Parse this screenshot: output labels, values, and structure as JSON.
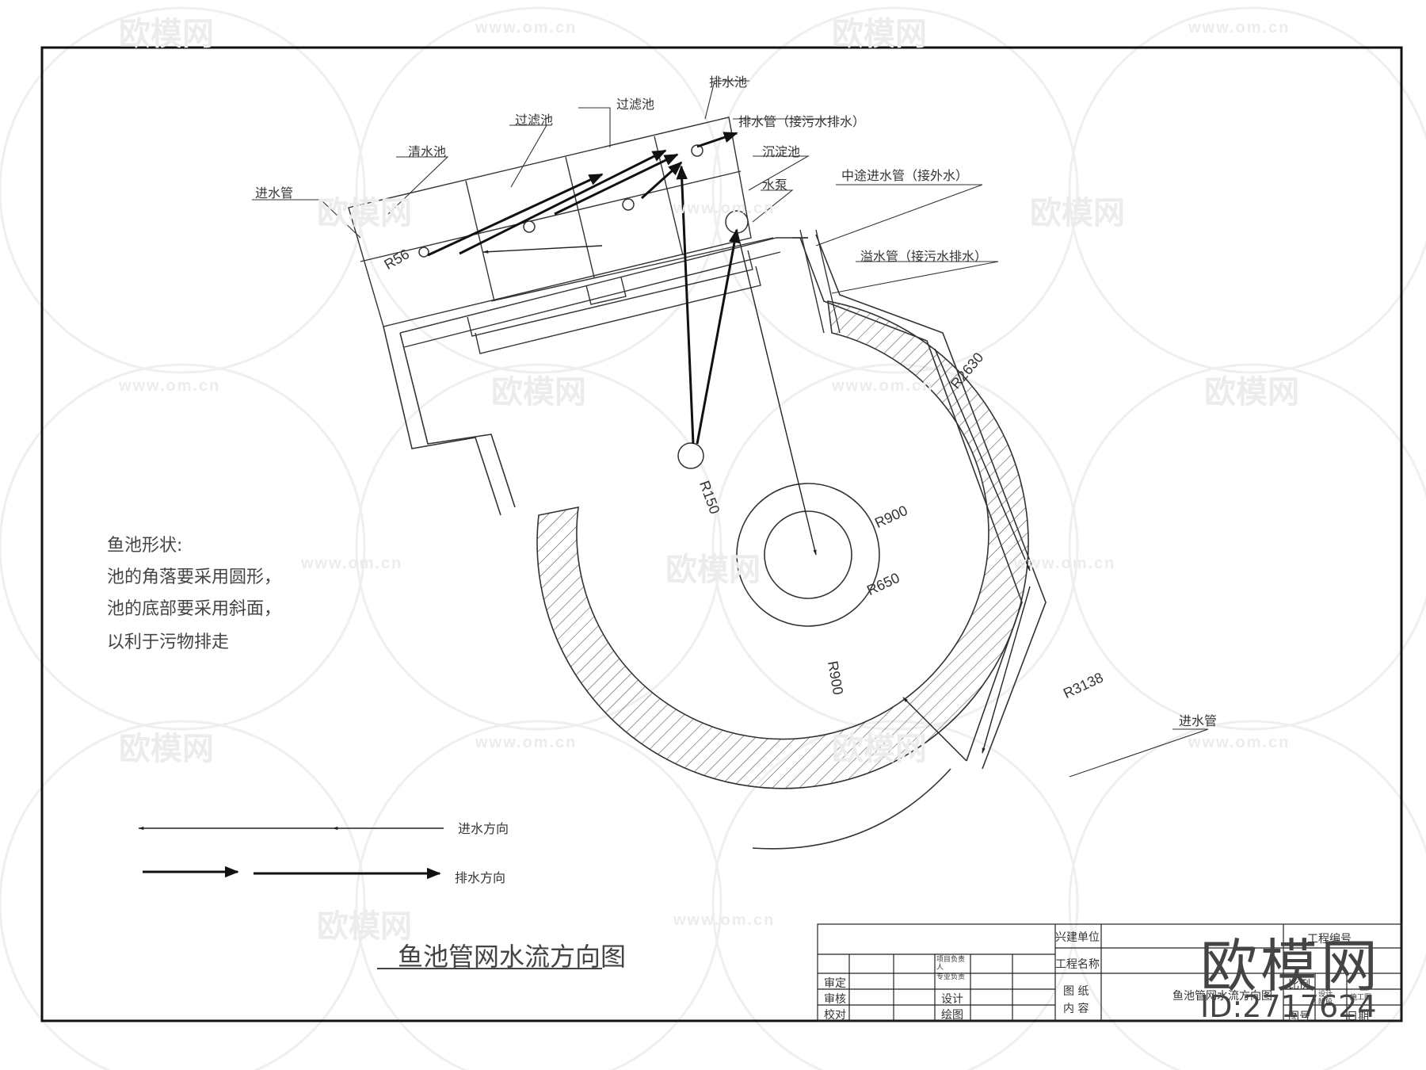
{
  "watermark": {
    "logo_text": "欧模网",
    "url_text": "www.om.cn"
  },
  "labels": {
    "drain_pool": "排水池",
    "filter_pool_1": "过滤池",
    "filter_pool_2": "过滤池",
    "clean_pool": "清水池",
    "drain_pipe": "排水管（接污水排水）",
    "settling_pool": "沉淀池",
    "pump": "水泵",
    "inlet_pipe_top": "进水管",
    "mid_inlet_pipe": "中途进水管（接外水）",
    "overflow_pipe": "溢水管（接污水排水）",
    "inlet_pipe_right": "进水管"
  },
  "dimensions": {
    "r56": "R56",
    "r150": "R150",
    "r2630": "R2630",
    "r900a": "R900",
    "r650": "R650",
    "r900b": "R900",
    "r3138": "R3138"
  },
  "notes": {
    "line1": "鱼池形状:",
    "line2": "池的角落要采用圆形，",
    "line3": "池的底部要采用斜面，",
    "line4": "以利于污物排走"
  },
  "legend": {
    "inflow": "进水方向",
    "outflow": "排水方向"
  },
  "drawing_title": "鱼池管网水流方向图",
  "title_block": {
    "builder": "兴建单位",
    "project": "工程名称",
    "drawing_content_1": "图  纸",
    "drawing_content_2": "内  容",
    "content_value": "鱼池管网水流方向图",
    "approve": "审定",
    "review": "审核",
    "check": "校对",
    "design": "设计",
    "drafting": "绘图",
    "col_a": "项目负责人",
    "col_b": "专业负责",
    "project_no": "工程编号",
    "scale": "比例",
    "sheet_no": "图号",
    "date": "日期",
    "stage1": "设计",
    "stage2": "阶段",
    "stage3": "施工图"
  },
  "brand": {
    "name": "欧模网",
    "id": "ID:2717624"
  }
}
